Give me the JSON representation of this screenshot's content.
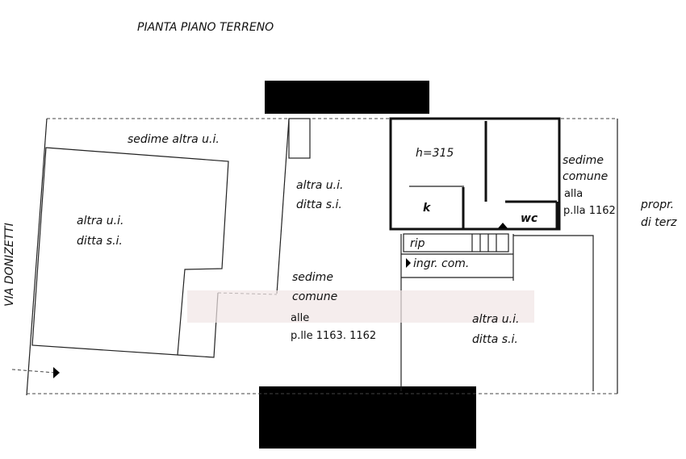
{
  "title": "PIANTA PIANO TERRENO",
  "street": "VIA DONIZETTI",
  "labels": {
    "sedime_altra": "sedime altra u.i.",
    "left_unit_1": "altra u.i.",
    "left_unit_2": "ditta s.i.",
    "mid_unit_1": "altra u.i.",
    "mid_unit_2": "ditta s.i.",
    "sedime_comune_1": "sedime",
    "sedime_comune_2": "comune",
    "sedime_comune_3": "alle",
    "sedime_comune_4": "p.lle 1163. 1162",
    "height": "h=315",
    "kitchen": "k",
    "wc": "wc",
    "rip": "rip",
    "entrance": "ingr. com.",
    "right_sedime_1": "sedime",
    "right_sedime_2": "comune",
    "right_sedime_3": "alla",
    "right_sedime_4": "p.lla 1162",
    "propr_1": "propr.",
    "propr_2": "di terz",
    "lower_unit_1": "altra u.i.",
    "lower_unit_2": "ditta s.i."
  }
}
